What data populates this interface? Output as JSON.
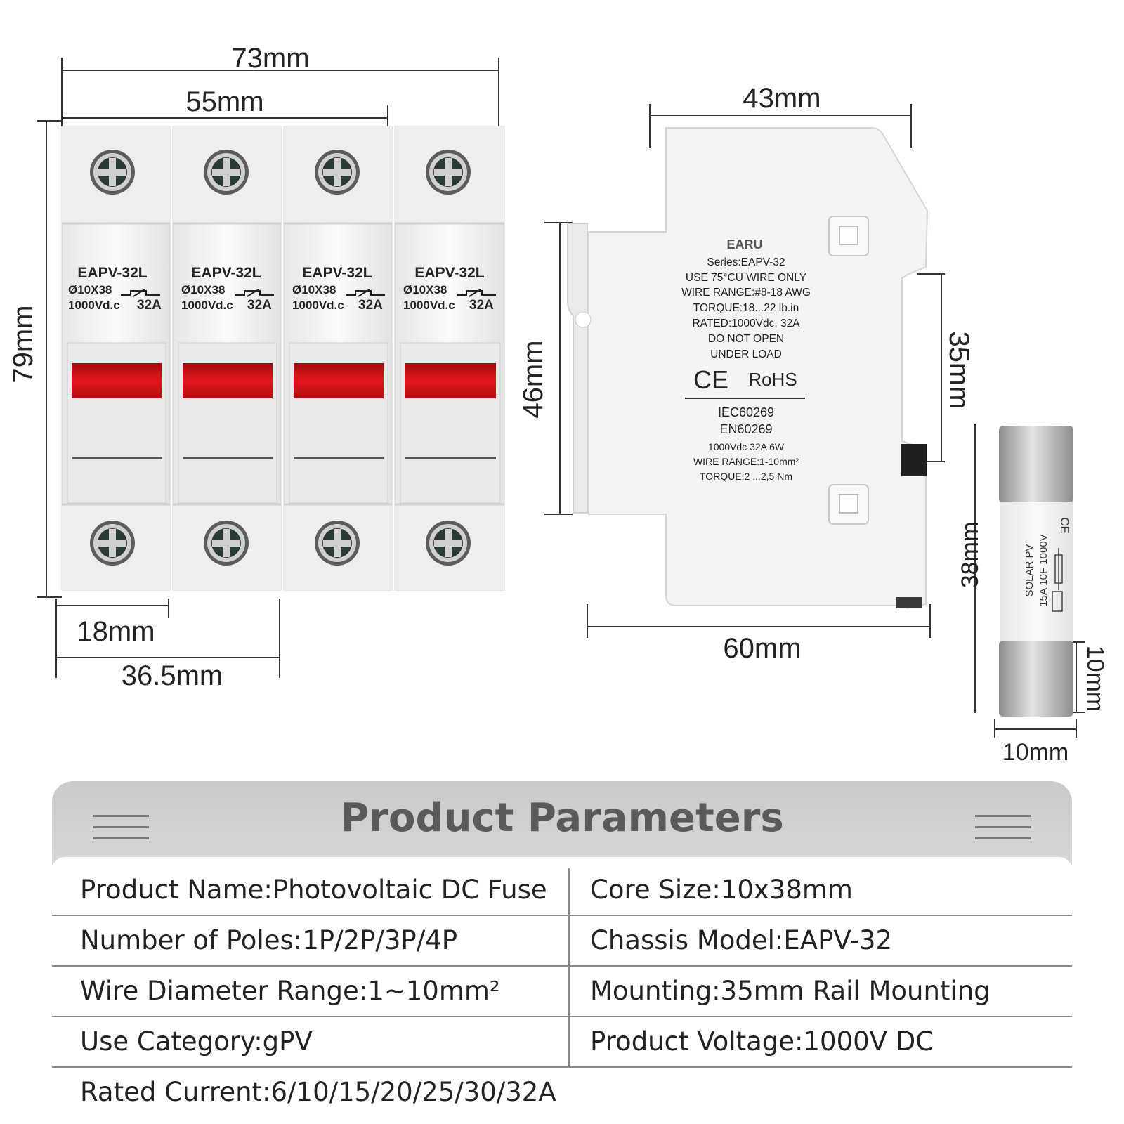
{
  "dimensions": {
    "total_width": "73mm",
    "three_pole_width": "55mm",
    "height": "79mm",
    "pole_width": "18mm",
    "two_pole_width": "36.5mm",
    "side_depth_top": "43mm",
    "side_height": "46mm",
    "rail": "35mm",
    "side_depth": "60mm",
    "fuse_length": "38mm",
    "fuse_cap": "10mm",
    "fuse_diameter": "10mm"
  },
  "front_label": {
    "model": "EAPV-32L",
    "size": "Ø10X38",
    "voltage": "1000Vd.c",
    "current": "32A"
  },
  "side_label": {
    "brand": "EARU",
    "lines": [
      "Series:EAPV-32",
      "USE 75°CU WIRE ONLY",
      "WIRE RANGE:#8-18 AWG",
      "TORQUE:18...22 lb.in",
      "RATED:1000Vdc,  32A",
      "DO NOT OPEN",
      "UNDER LOAD"
    ],
    "ce": "CE",
    "rohs": "RoHS",
    "lines2": [
      "IEC60269",
      "EN60269",
      "1000Vdc  32A  6W",
      "WIRE RANGE:1-10mm²",
      "TORQUE:2 ...2,5 Nm"
    ]
  },
  "fuse_label": {
    "line1": "SOLAR PV",
    "line2": "15A 10F 1000V",
    "ce": "CE"
  },
  "params": {
    "title": "Product Parameters",
    "rows": [
      [
        "Product Name:Photovoltaic DC Fuse",
        "Core Size:10x38mm"
      ],
      [
        "Number of Poles:1P/2P/3P/4P",
        "Chassis Model:EAPV-32"
      ],
      [
        "Wire Diameter Range:1~10mm²",
        "Mounting:35mm Rail Mounting"
      ],
      [
        "Use Category:gPV",
        "Product Voltage:1000V DC"
      ],
      [
        "Rated Current:6/10/15/20/25/30/32A",
        ""
      ]
    ]
  },
  "colors": {
    "window_red": "#d8151c",
    "body": "#e8e8e8",
    "header_gray": "#cfcfcf"
  }
}
